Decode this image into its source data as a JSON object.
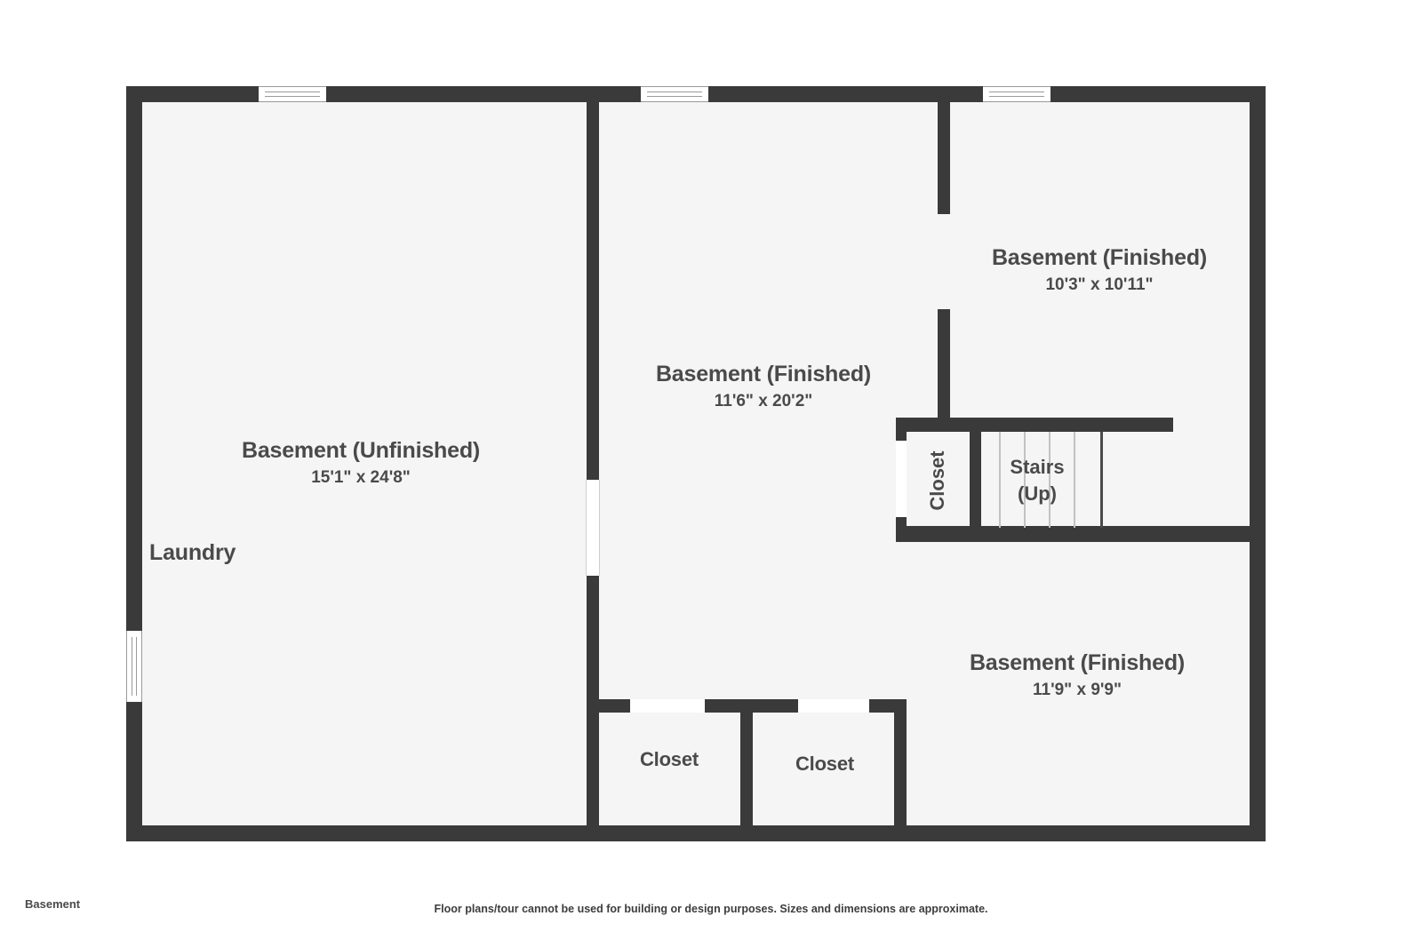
{
  "plan": {
    "name": "Basement",
    "disclaimer": "Floor plans/tour cannot be used for building or design purposes. Sizes and dimensions are approximate.",
    "colors": {
      "wall": "#3a3a3a",
      "floor": "#f5f5f5",
      "background": "#ffffff",
      "label_text": "#4a4a4a",
      "window_outline": "#9a9a9a",
      "stair_tread": "#c2c2c2"
    }
  },
  "rooms": [
    {
      "id": "basement-unfinished",
      "name": "Basement (Unfinished)",
      "dimensions": "15'1\" x 24'8\""
    },
    {
      "id": "basement-finished-center",
      "name": "Basement (Finished)",
      "dimensions": "11'6\" x 20'2\""
    },
    {
      "id": "basement-finished-upper-right",
      "name": "Basement (Finished)",
      "dimensions": "10'3\" x 10'11\""
    },
    {
      "id": "basement-finished-lower-right",
      "name": "Basement (Finished)",
      "dimensions": "11'9\" x 9'9\""
    }
  ],
  "labels": {
    "laundry": "Laundry",
    "closet_stairs": "Closet",
    "closet_bottom_left": "Closet",
    "closet_bottom_right": "Closet",
    "stairs_line1": "Stairs",
    "stairs_line2": "(Up)"
  }
}
